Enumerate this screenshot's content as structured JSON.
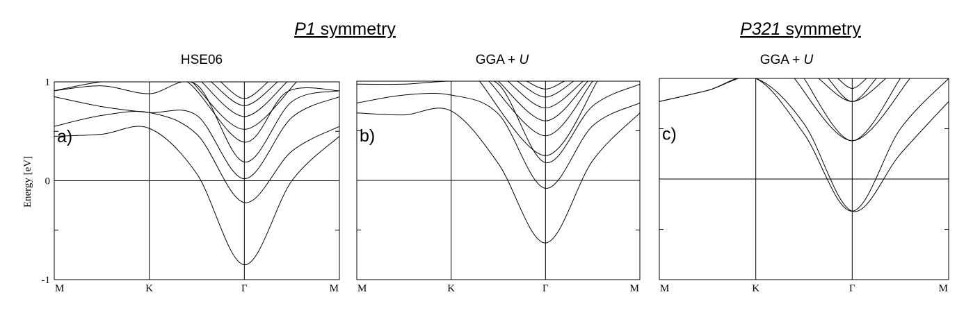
{
  "headers": [
    {
      "parts": [
        {
          "text": "P1",
          "italic": true
        },
        {
          "text": " symmetry",
          "italic": false
        }
      ]
    },
    {
      "parts": [
        {
          "text": "P321",
          "italic": true
        },
        {
          "text": " symmetry",
          "italic": false
        }
      ]
    }
  ],
  "chart_data": [
    {
      "type": "line",
      "title": "HSE06",
      "panel_label": "a)",
      "ylabel": "Energy [eV]",
      "ylim": [
        -1,
        1
      ],
      "xlim": [
        0,
        3
      ],
      "x_ticks": [
        {
          "x": 0,
          "label": "M"
        },
        {
          "x": 1,
          "label": "K"
        },
        {
          "x": 2,
          "label": "Γ"
        },
        {
          "x": 3,
          "label": "M"
        }
      ],
      "y_ticks": [
        {
          "y": -1,
          "label": "-1"
        },
        {
          "y": 0,
          "label": "0"
        },
        {
          "y": 1,
          "label": "1"
        }
      ],
      "series": [
        {
          "x": [
            0,
            0.5,
            1,
            1.5,
            2,
            2.5,
            3
          ],
          "y": [
            0.45,
            0.47,
            0.53,
            0.07,
            -0.85,
            0.0,
            0.45
          ]
        },
        {
          "x": [
            0,
            0.5,
            1,
            1.5,
            2,
            2.5,
            3
          ],
          "y": [
            0.55,
            0.66,
            0.69,
            0.47,
            -0.22,
            0.3,
            0.55
          ]
        },
        {
          "x": [
            0,
            0.5,
            1,
            1.5,
            2,
            2.5,
            3
          ],
          "y": [
            0.85,
            0.75,
            0.69,
            0.66,
            0.02,
            0.64,
            0.85
          ]
        },
        {
          "x": [
            0,
            0.5,
            1,
            1.5,
            2,
            2.5,
            3
          ],
          "y": [
            0.91,
            0.96,
            0.88,
            0.97,
            0.19,
            0.8,
            0.91
          ]
        },
        {
          "x": [
            0,
            0.5,
            1,
            1.4,
            2,
            2.45,
            3
          ],
          "y": [
            0.91,
            1.0,
            1.0,
            1.0,
            0.39,
            0.9,
            0.91
          ]
        },
        {
          "x": [
            1.45,
            2,
            2.55
          ],
          "y": [
            1.0,
            0.52,
            1.0
          ]
        },
        {
          "x": [
            1.55,
            2,
            2.45
          ],
          "y": [
            1.0,
            0.65,
            1.0
          ]
        },
        {
          "x": [
            1.65,
            2,
            2.35
          ],
          "y": [
            1.0,
            0.76,
            1.0
          ]
        },
        {
          "x": [
            1.75,
            2,
            2.25
          ],
          "y": [
            1.0,
            0.83,
            1.0
          ]
        }
      ]
    },
    {
      "type": "line",
      "title": "GGA + U",
      "title_parts": [
        {
          "text": "GGA + ",
          "italic": false
        },
        {
          "text": "U",
          "italic": true
        }
      ],
      "panel_label": "b)",
      "ylim": [
        -1,
        1
      ],
      "xlim": [
        0,
        3
      ],
      "x_ticks": [
        {
          "x": 0,
          "label": "M"
        },
        {
          "x": 1,
          "label": "K"
        },
        {
          "x": 2,
          "label": "Γ"
        },
        {
          "x": 3,
          "label": "M"
        }
      ],
      "y_ticks": [
        {
          "y": -1,
          "label": ""
        },
        {
          "y": 0,
          "label": ""
        },
        {
          "y": 1,
          "label": ""
        }
      ],
      "series": [
        {
          "x": [
            0,
            0.5,
            1,
            1.5,
            2,
            2.5,
            3
          ],
          "y": [
            0.68,
            0.66,
            0.7,
            0.17,
            -0.63,
            0.2,
            0.68
          ]
        },
        {
          "x": [
            0,
            0.5,
            1,
            1.5,
            2,
            2.5,
            3
          ],
          "y": [
            0.78,
            0.86,
            0.86,
            0.67,
            -0.08,
            0.55,
            0.78
          ]
        },
        {
          "x": [
            0,
            0.5,
            1,
            1.5,
            2,
            2.5,
            3
          ],
          "y": [
            0.97,
            0.97,
            1.0,
            0.97,
            0.18,
            0.75,
            0.97
          ]
        },
        {
          "x": [
            1.3,
            2,
            2.55
          ],
          "y": [
            1.0,
            0.25,
            1.0
          ]
        },
        {
          "x": [
            1.4,
            2,
            2.5
          ],
          "y": [
            1.0,
            0.45,
            1.0
          ]
        },
        {
          "x": [
            1.5,
            2,
            2.45
          ],
          "y": [
            1.0,
            0.6,
            1.0
          ]
        },
        {
          "x": [
            1.6,
            2,
            2.4
          ],
          "y": [
            1.0,
            0.73,
            1.0
          ]
        },
        {
          "x": [
            1.7,
            2,
            2.3
          ],
          "y": [
            1.0,
            0.84,
            1.0
          ]
        },
        {
          "x": [
            1.8,
            2,
            2.2
          ],
          "y": [
            1.0,
            0.92,
            1.0
          ]
        }
      ]
    },
    {
      "type": "line",
      "title": "GGA + U",
      "title_parts": [
        {
          "text": "GGA + ",
          "italic": false
        },
        {
          "text": "U",
          "italic": true
        }
      ],
      "panel_label": "c)",
      "ylim": [
        -1,
        1
      ],
      "xlim": [
        0,
        3
      ],
      "x_ticks": [
        {
          "x": 0,
          "label": "M"
        },
        {
          "x": 1,
          "label": "K"
        },
        {
          "x": 2,
          "label": "Γ"
        },
        {
          "x": 3,
          "label": "M"
        }
      ],
      "y_ticks": [
        {
          "y": -1,
          "label": ""
        },
        {
          "y": 0,
          "label": ""
        },
        {
          "y": 1,
          "label": ""
        }
      ],
      "series": [
        {
          "x": [
            0,
            0.5,
            1,
            1.5,
            2,
            2.5,
            3
          ],
          "y": [
            0.77,
            0.88,
            1.0,
            0.55,
            -0.32,
            0.25,
            0.77
          ]
        },
        {
          "x": [
            0,
            0.5,
            1,
            1.5,
            2,
            2.5,
            3
          ],
          "y": [
            0.77,
            0.88,
            1.0,
            0.45,
            -0.32,
            0.5,
            1.0
          ]
        },
        {
          "x": [
            1.4,
            2,
            2.6
          ],
          "y": [
            1.0,
            0.38,
            1.0
          ]
        },
        {
          "x": [
            1.5,
            2,
            2.5
          ],
          "y": [
            1.0,
            0.38,
            1.0
          ]
        },
        {
          "x": [
            1.65,
            2,
            2.35
          ],
          "y": [
            1.0,
            0.77,
            1.0
          ]
        },
        {
          "x": [
            1.75,
            2,
            2.25
          ],
          "y": [
            1.0,
            0.77,
            1.0
          ]
        },
        {
          "x": [
            1.85,
            2,
            2.15
          ],
          "y": [
            1.0,
            0.9,
            1.0
          ]
        }
      ]
    }
  ]
}
